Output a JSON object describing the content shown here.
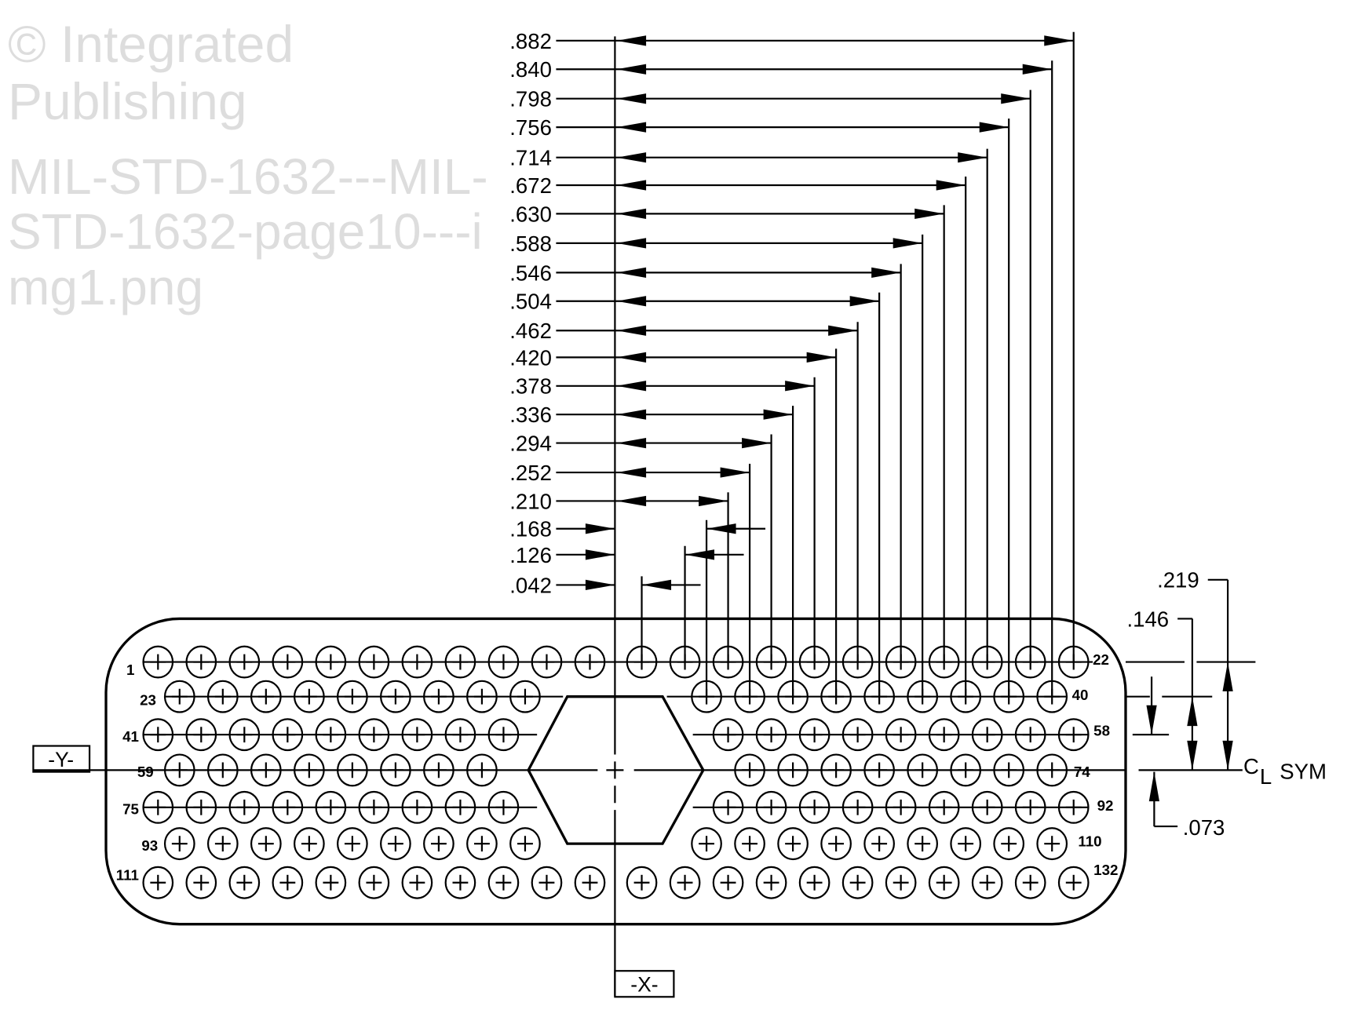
{
  "title": "MIL-STD-1632 connector insert pin layout",
  "watermark": {
    "line1": "© Integrated Publishing",
    "line2": "MIL-STD-1632---MIL-STD-1632-page10---img1.png"
  },
  "datums": {
    "x": "-X-",
    "y": "-Y-"
  },
  "horizontal_dimensions": [
    {
      "label": ".882",
      "value": 0.882
    },
    {
      "label": ".840",
      "value": 0.84
    },
    {
      "label": ".798",
      "value": 0.798
    },
    {
      "label": ".756",
      "value": 0.756
    },
    {
      "label": ".714",
      "value": 0.714
    },
    {
      "label": ".672",
      "value": 0.672
    },
    {
      "label": ".630",
      "value": 0.63
    },
    {
      "label": ".588",
      "value": 0.588
    },
    {
      "label": ".546",
      "value": 0.546
    },
    {
      "label": ".504",
      "value": 0.504
    },
    {
      "label": ".462",
      "value": 0.462
    },
    {
      "label": ".420",
      "value": 0.42
    },
    {
      "label": ".378",
      "value": 0.378
    },
    {
      "label": ".336",
      "value": 0.336
    },
    {
      "label": ".294",
      "value": 0.294
    },
    {
      "label": ".252",
      "value": 0.252
    },
    {
      "label": ".210",
      "value": 0.21
    },
    {
      "label": ".168",
      "value": 0.168
    },
    {
      "label": ".126",
      "value": 0.126
    },
    {
      "label": ".042",
      "value": 0.042
    }
  ],
  "vertical_dimensions": [
    {
      "label": ".219",
      "value": 0.219
    },
    {
      "label": ".146",
      "value": 0.146
    },
    {
      "label": ".073",
      "value": 0.073
    }
  ],
  "centerline_label": "SYM",
  "centerline_symbol": "CL",
  "rows": [
    {
      "first": "1",
      "last": "22",
      "count": 22
    },
    {
      "first": "23",
      "last": "40",
      "count": 18
    },
    {
      "first": "41",
      "last": "58",
      "count": 18
    },
    {
      "first": "59",
      "last": "74",
      "count": 16
    },
    {
      "first": "75",
      "last": "92",
      "count": 18
    },
    {
      "first": "93",
      "last": "110",
      "count": 18
    },
    {
      "first": "111",
      "last": "132",
      "count": 22
    }
  ]
}
